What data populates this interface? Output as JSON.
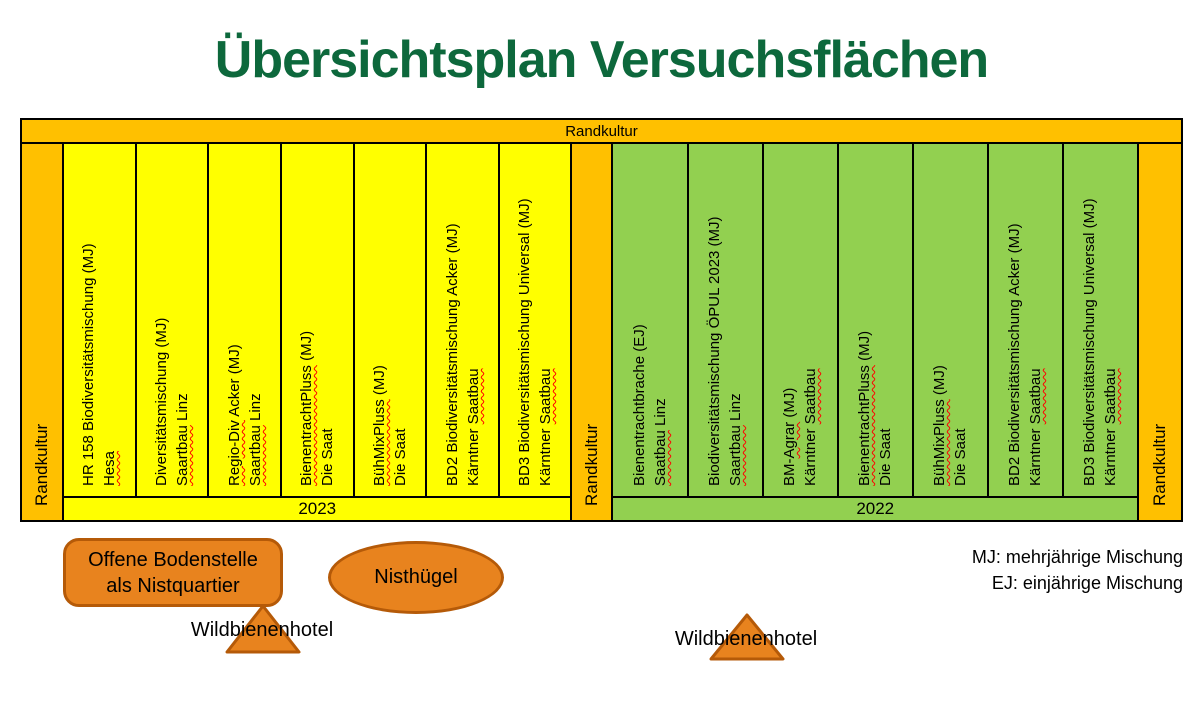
{
  "title": "Übersichtsplan Versuchsflächen",
  "band_label": "Randkultur",
  "colors": {
    "band": "#FFC000",
    "yellow": "#FFFF00",
    "green": "#92D050",
    "shape_fill": "#E8831E",
    "shape_border": "#B55A08",
    "title_green": "#0D683C",
    "squiggle": "#FF0000"
  },
  "groups": [
    {
      "year": "2023",
      "color": "#FFFF00",
      "plots": [
        {
          "name": [
            {
              "t": "HR 158 Biodiversitätsmischung (MJ)"
            }
          ],
          "source": [
            {
              "t": "Hesa",
              "sq": true
            }
          ]
        },
        {
          "name": [
            {
              "t": "Diversitätsmischung (MJ)"
            }
          ],
          "source": [
            {
              "t": "Saartbau",
              "sq": true
            },
            {
              "t": " Linz"
            }
          ]
        },
        {
          "name": [
            {
              "t": "Regio-Div",
              "sq": true
            },
            {
              "t": " Acker (MJ)"
            }
          ],
          "source": [
            {
              "t": "Saartbau",
              "sq": true
            },
            {
              "t": " Linz"
            }
          ]
        },
        {
          "name": [
            {
              "t": "BienentrachtPluss",
              "sq": true
            },
            {
              "t": " (MJ)"
            }
          ],
          "source": [
            {
              "t": "Die Saat"
            }
          ]
        },
        {
          "name": [
            {
              "t": "BühMixPluss",
              "sq": true
            },
            {
              "t": " (MJ)"
            }
          ],
          "source": [
            {
              "t": "Die Saat"
            }
          ]
        },
        {
          "name": [
            {
              "t": "BD2 Biodiversitätsmischung Acker (MJ)"
            }
          ],
          "source": [
            {
              "t": "Kärntner "
            },
            {
              "t": "Saatbau",
              "sq": true
            }
          ]
        },
        {
          "name": [
            {
              "t": "BD3 Biodiversitätsmischung Universal (MJ)"
            }
          ],
          "source": [
            {
              "t": "Kärntner "
            },
            {
              "t": "Saatbau",
              "sq": true
            }
          ]
        }
      ]
    },
    {
      "year": "2022",
      "color": "#92D050",
      "plots": [
        {
          "name": [
            {
              "t": "Bienentrachtbrache (EJ)"
            }
          ],
          "source": [
            {
              "t": "Saatbau",
              "sq": true
            },
            {
              "t": " Linz"
            }
          ]
        },
        {
          "name": [
            {
              "t": "Biodiversitätsmischung ÖPUL 2023 (MJ)"
            }
          ],
          "source": [
            {
              "t": "Saartbau",
              "sq": true
            },
            {
              "t": " Linz"
            }
          ]
        },
        {
          "name": [
            {
              "t": "BM-"
            },
            {
              "t": "Agrar",
              "sq": true
            },
            {
              "t": " (MJ)"
            }
          ],
          "source": [
            {
              "t": "Kärntner "
            },
            {
              "t": "Saatbau",
              "sq": true
            }
          ]
        },
        {
          "name": [
            {
              "t": "BienentrachtPluss",
              "sq": true
            },
            {
              "t": " (MJ)"
            }
          ],
          "source": [
            {
              "t": "Die Saat"
            }
          ]
        },
        {
          "name": [
            {
              "t": "BühMixPluss",
              "sq": true
            },
            {
              "t": " (MJ)"
            }
          ],
          "source": [
            {
              "t": "Die Saat"
            }
          ]
        },
        {
          "name": [
            {
              "t": "BD2 Biodiversitätsmischung Acker (MJ)"
            }
          ],
          "source": [
            {
              "t": "Kärntner "
            },
            {
              "t": "Saatbau",
              "sq": true
            }
          ]
        },
        {
          "name": [
            {
              "t": "BD3 Biodiversitätsmischung Universal (MJ)"
            }
          ],
          "source": [
            {
              "t": "Kärntner "
            },
            {
              "t": "Saatbau",
              "sq": true
            }
          ]
        }
      ]
    }
  ],
  "shapes": {
    "open_soil_line1": "Offene Bodenstelle",
    "open_soil_line2": "als Nistquartier",
    "nest_mound": "Nisthügel",
    "bee_hotel_left": "Wildbienenhotel",
    "bee_hotel_right": "Wildbienenhotel"
  },
  "legend": {
    "mj": "MJ: mehrjährige Mischung",
    "ej": "EJ: einjährige Mischung"
  }
}
